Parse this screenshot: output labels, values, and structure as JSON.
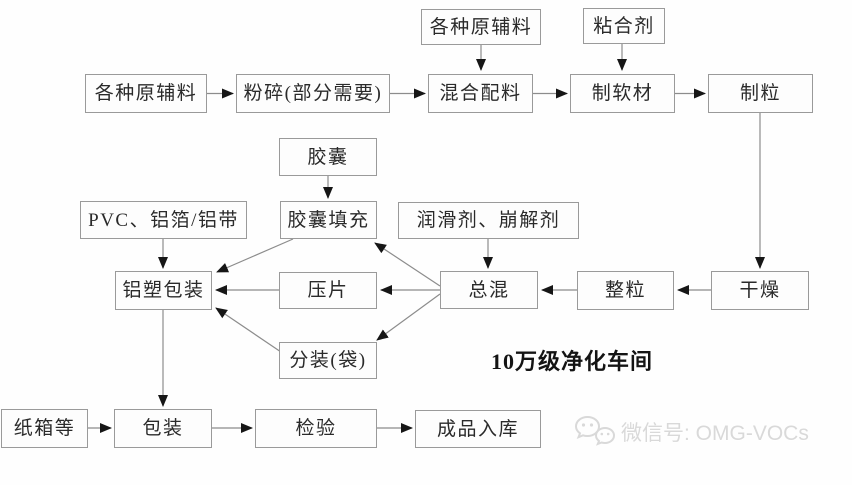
{
  "diagram": {
    "workshop_label": "10万级净化车间",
    "watermark": {
      "icon": "wechat-icon",
      "text": "微信号: OMG-VOCs"
    },
    "nodes": {
      "various_raw_top": {
        "label": "各种原辅料"
      },
      "binder": {
        "label": "粘合剂"
      },
      "various_raw": {
        "label": "各种原辅料"
      },
      "crush": {
        "label": "粉碎(部分需要)"
      },
      "mix": {
        "label": "混合配料"
      },
      "soft_material": {
        "label": "制软材"
      },
      "granulation": {
        "label": "制粒"
      },
      "capsule": {
        "label": "胶囊"
      },
      "pvc_foil": {
        "label": "PVC、铝箔/铝带"
      },
      "capsule_filling": {
        "label": "胶囊填充"
      },
      "lubricant_disintegrant": {
        "label": "润滑剂、崩解剂"
      },
      "blister_pack": {
        "label": "铝塑包装"
      },
      "tablet_press": {
        "label": "压片"
      },
      "total_mixing": {
        "label": "总混"
      },
      "granule_sizing": {
        "label": "整粒"
      },
      "drying": {
        "label": "干燥"
      },
      "bagging": {
        "label": "分装(袋)"
      },
      "carton": {
        "label": "纸箱等"
      },
      "packaging": {
        "label": "包装"
      },
      "inspection": {
        "label": "检验"
      },
      "warehouse": {
        "label": "成品入库"
      }
    },
    "edges": [
      {
        "from": "various_raw_top",
        "to": "mix"
      },
      {
        "from": "binder",
        "to": "soft_material"
      },
      {
        "from": "various_raw",
        "to": "crush"
      },
      {
        "from": "crush",
        "to": "mix"
      },
      {
        "from": "mix",
        "to": "soft_material"
      },
      {
        "from": "soft_material",
        "to": "granulation"
      },
      {
        "from": "granulation",
        "to": "drying"
      },
      {
        "from": "drying",
        "to": "granule_sizing"
      },
      {
        "from": "granule_sizing",
        "to": "total_mixing"
      },
      {
        "from": "lubricant_disintegrant",
        "to": "total_mixing"
      },
      {
        "from": "total_mixing",
        "to": "capsule_filling"
      },
      {
        "from": "total_mixing",
        "to": "tablet_press"
      },
      {
        "from": "total_mixing",
        "to": "bagging"
      },
      {
        "from": "capsule",
        "to": "capsule_filling"
      },
      {
        "from": "capsule_filling",
        "to": "blister_pack"
      },
      {
        "from": "tablet_press",
        "to": "blister_pack"
      },
      {
        "from": "bagging",
        "to": "blister_pack"
      },
      {
        "from": "pvc_foil",
        "to": "blister_pack"
      },
      {
        "from": "blister_pack",
        "to": "packaging"
      },
      {
        "from": "carton",
        "to": "packaging"
      },
      {
        "from": "packaging",
        "to": "inspection"
      },
      {
        "from": "inspection",
        "to": "warehouse"
      }
    ],
    "colors": {
      "box_border": "#9a9a9a",
      "line": "#8c8c8c",
      "arrowhead": "#161616",
      "text": "#2a2a2a",
      "workshop_text": "#141414",
      "watermark_text": "#d9d9d9",
      "background": "#fefefe"
    }
  }
}
